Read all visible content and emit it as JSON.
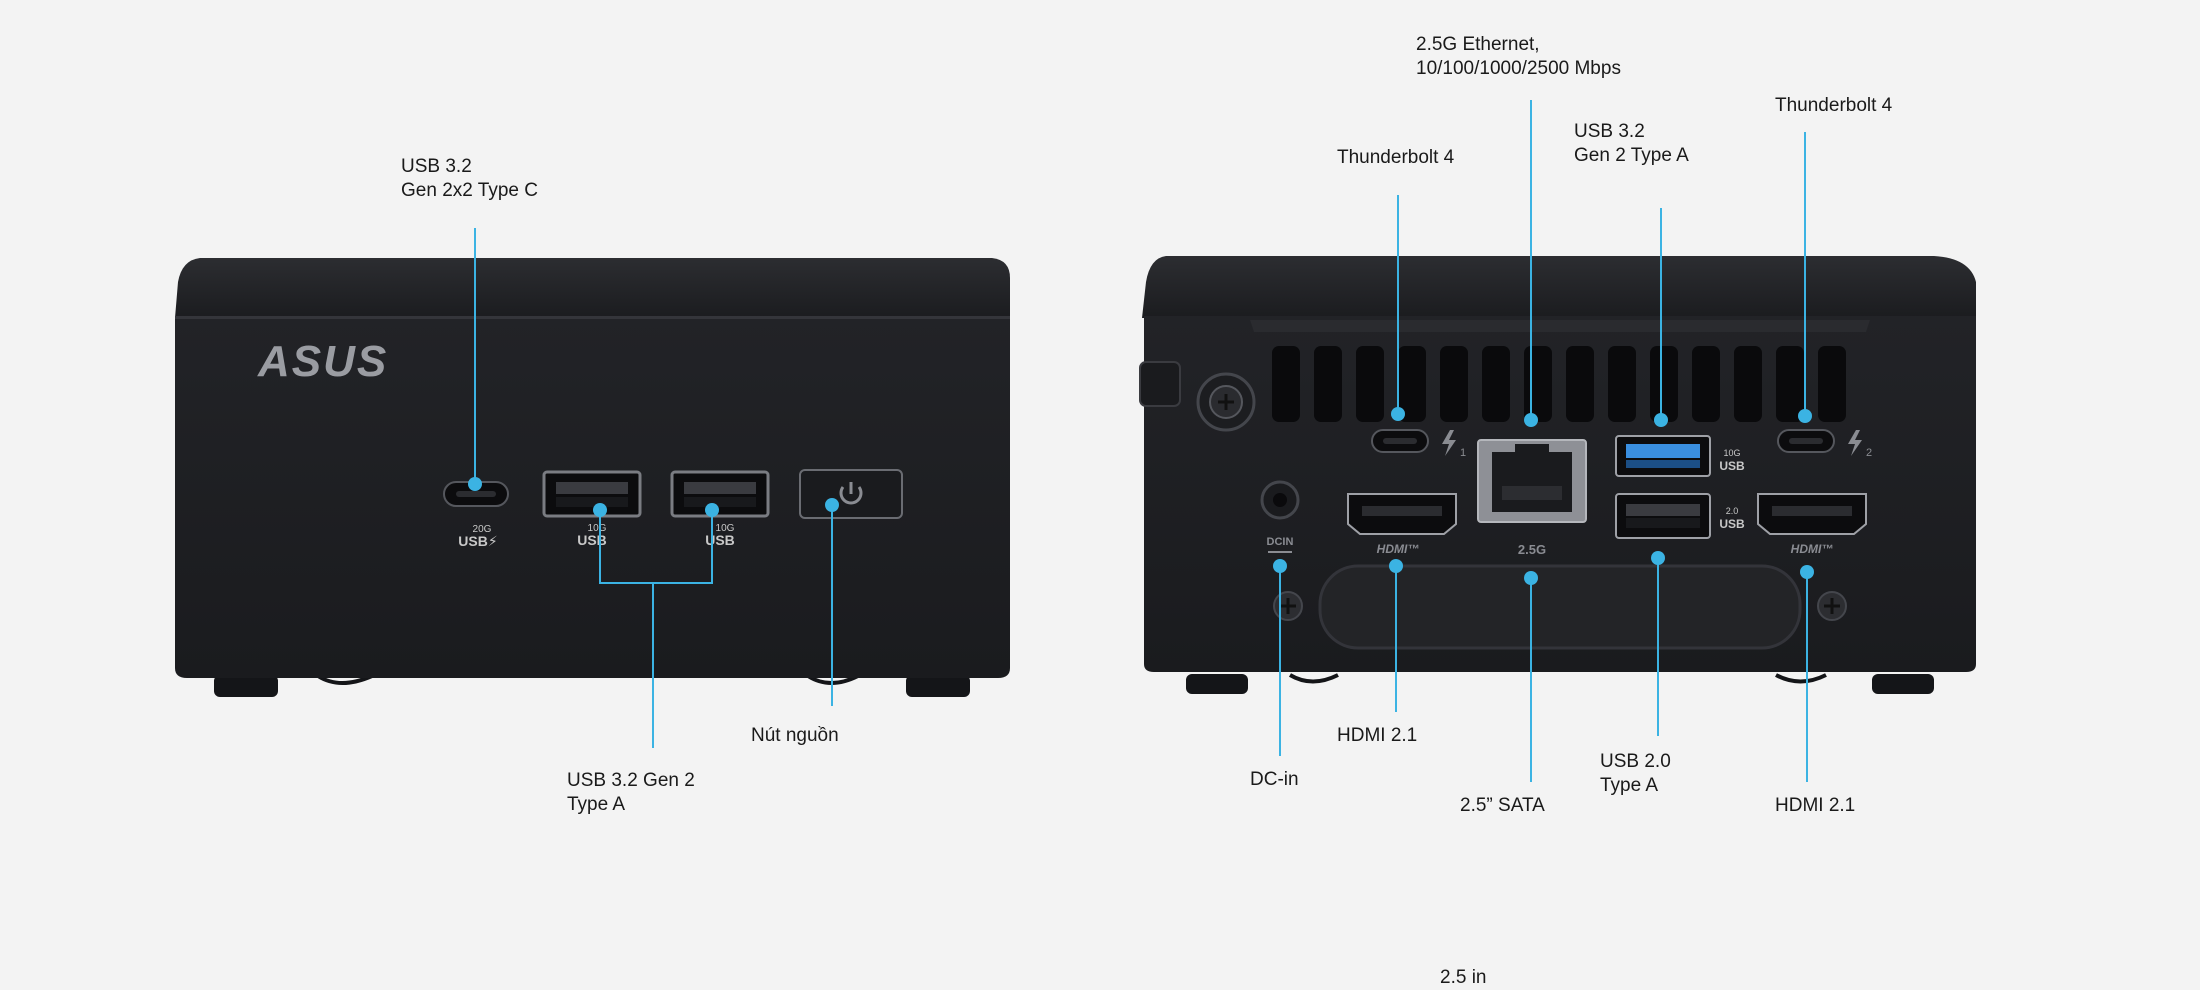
{
  "brand": {
    "logo_text": "ASUS"
  },
  "colors": {
    "background": "#f3f3f3",
    "device_body": "#1e1f22",
    "device_top": "#26272a",
    "callout_line": "#3bb3e3",
    "usb3_blue": "#3a8fe0",
    "label_text": "#1a1a1a"
  },
  "front_view": {
    "callouts": {
      "usb_c": "USB 3.2\nGen 2x2 Type C",
      "usb_a": "USB 3.2 Gen 2\nType A",
      "power": "Nút nguồn"
    },
    "port_marks": {
      "usb_c_speed": "20G",
      "usb_c_name": "USB⚡",
      "usb_a1_speed": "10G",
      "usb_a1_name": "USB",
      "usb_a2_speed": "10G",
      "usb_a2_name": "USB"
    },
    "icons": [
      "power-icon"
    ]
  },
  "rear_view": {
    "callouts": {
      "ethernet": "2.5G Ethernet,\n10/100/1000/2500 Mbps",
      "tb4_left": "Thunderbolt 4",
      "usb32_a": "USB 3.2\nGen 2 Type A",
      "tb4_right": "Thunderbolt 4",
      "dc_in": "DC-in",
      "hdmi_left": "HDMI 2.1",
      "sata": "2.5” SATA",
      "usb20": "USB 2.0\nType A",
      "hdmi_right": "HDMI 2.1"
    },
    "port_marks": {
      "tb1_num": "1",
      "tb2_num": "2",
      "usb_top_speed": "10G",
      "usb_top_name": "USB",
      "usb_bottom_speed": "2.0",
      "usb_bottom_name": "USB",
      "lan_speed": "2.5G",
      "hdmi_left_mark": "HDMI™",
      "hdmi_right_mark": "HDMI™",
      "dcin_mark": "DCIN"
    },
    "icons": [
      "thunderbolt-icon",
      "screw-icon",
      "lan-port-icon"
    ]
  },
  "footer": {
    "cut_text": "2.5 in"
  }
}
